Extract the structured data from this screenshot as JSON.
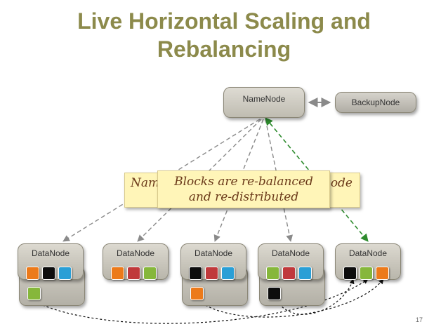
{
  "title": {
    "line1": "Live Horizontal Scaling and",
    "line2": "Rebalancing"
  },
  "namenode": {
    "label": "NameNode"
  },
  "backupnode": {
    "label": "BackupNode"
  },
  "datanodes": [
    {
      "label": "DataNode",
      "blocks": [
        "orange",
        "black",
        "blue"
      ],
      "extra_blocks": [
        "green"
      ]
    },
    {
      "label": "DataNode",
      "blocks": [
        "orange",
        "red",
        "green"
      ],
      "extra_blocks": []
    },
    {
      "label": "DataNode",
      "blocks": [
        "black",
        "red",
        "blue"
      ],
      "extra_blocks": [
        "orange"
      ]
    },
    {
      "label": "DataNode",
      "blocks": [
        "green",
        "red",
        "blue"
      ],
      "extra_blocks": [
        "black"
      ]
    },
    {
      "label": "DataNode",
      "blocks": [
        "black",
        "green",
        "orange"
      ],
      "extra_blocks": []
    }
  ],
  "callout_back": {
    "left": "Nam",
    "right": "ode"
  },
  "callout_front": {
    "line1": "Blocks are re-balanced",
    "line2": "and re-distributed"
  },
  "page_number": "17",
  "colors": {
    "title": "#8c8a4b",
    "orange": "#ec7a1a",
    "black": "#0d0d0d",
    "blue": "#2a9fd6",
    "red": "#c0393b",
    "green": "#86b73b",
    "arrow_gray": "#8a8a8a",
    "arrow_green": "#2e8b2e"
  }
}
